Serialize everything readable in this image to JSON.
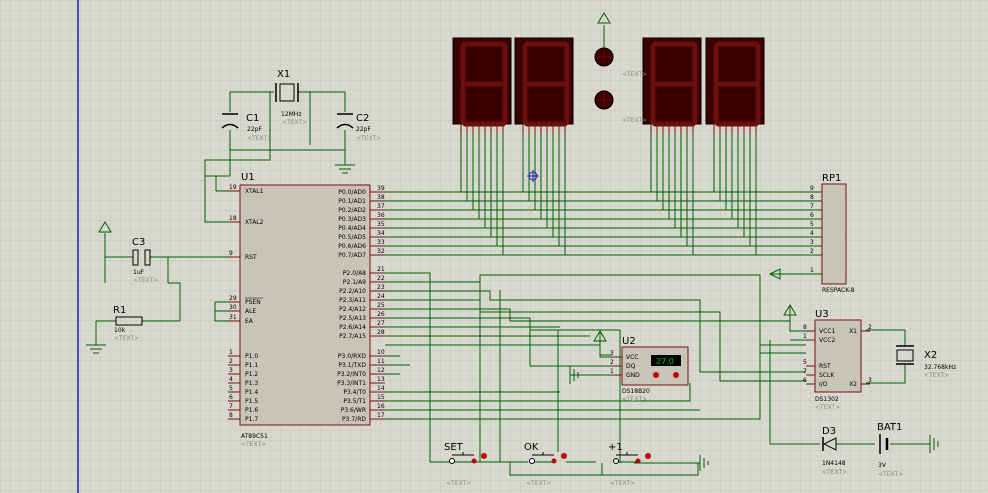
{
  "colors": {
    "background": "#d8d8cf",
    "grid": "#c4c4ba",
    "wire": "#006000",
    "chip_fill": "#c8c4b8",
    "chip_stroke": "#7a1010",
    "pin": "#7a1010",
    "text": "#000000",
    "label": "#000000",
    "muted": "#8a8a80",
    "seg_bg": "#3a0000",
    "seg_on": "#5a0a0a",
    "accent_blue": "#2020c0",
    "lcd_green": "#00c000"
  },
  "components": {
    "u1": {
      "ref": "U1",
      "part": "AT89C51",
      "text_tag": "<TEXT>",
      "pins_left": [
        {
          "num": "19",
          "name": "XTAL1"
        },
        {
          "num": "18",
          "name": "XTAL2"
        },
        {
          "num": "9",
          "name": "RST"
        },
        {
          "num": "29",
          "name": "PSEN"
        },
        {
          "num": "30",
          "name": "ALE"
        },
        {
          "num": "31",
          "name": "EA"
        },
        {
          "num": "1",
          "name": "P1.0"
        },
        {
          "num": "2",
          "name": "P1.1"
        },
        {
          "num": "3",
          "name": "P1.2"
        },
        {
          "num": "4",
          "name": "P1.3"
        },
        {
          "num": "5",
          "name": "P1.4"
        },
        {
          "num": "6",
          "name": "P1.5"
        },
        {
          "num": "7",
          "name": "P1.6"
        },
        {
          "num": "8",
          "name": "P1.7"
        }
      ],
      "pins_right": [
        {
          "num": "39",
          "name": "P0.0/AD0"
        },
        {
          "num": "38",
          "name": "P0.1/AD1"
        },
        {
          "num": "37",
          "name": "P0.2/AD2"
        },
        {
          "num": "36",
          "name": "P0.3/AD3"
        },
        {
          "num": "35",
          "name": "P0.4/AD4"
        },
        {
          "num": "34",
          "name": "P0.5/AD5"
        },
        {
          "num": "33",
          "name": "P0.6/AD6"
        },
        {
          "num": "32",
          "name": "P0.7/AD7"
        },
        {
          "num": "21",
          "name": "P2.0/A8"
        },
        {
          "num": "22",
          "name": "P2.1/A9"
        },
        {
          "num": "23",
          "name": "P2.2/A10"
        },
        {
          "num": "24",
          "name": "P2.3/A11"
        },
        {
          "num": "25",
          "name": "P2.4/A12"
        },
        {
          "num": "26",
          "name": "P2.5/A13"
        },
        {
          "num": "27",
          "name": "P2.6/A14"
        },
        {
          "num": "28",
          "name": "P2.7/A15"
        },
        {
          "num": "10",
          "name": "P3.0/RXD"
        },
        {
          "num": "11",
          "name": "P3.1/TXD"
        },
        {
          "num": "12",
          "name": "P3.2/INT0"
        },
        {
          "num": "13",
          "name": "P3.3/INT1"
        },
        {
          "num": "14",
          "name": "P3.4/T0"
        },
        {
          "num": "15",
          "name": "P3.5/T1"
        },
        {
          "num": "16",
          "name": "P3.6/WR"
        },
        {
          "num": "17",
          "name": "P3.7/RD"
        }
      ]
    },
    "x1": {
      "ref": "X1",
      "value": "12MHz",
      "text_tag": "<TEXT>"
    },
    "c1": {
      "ref": "C1",
      "value": "22pF",
      "text_tag": "<TEXT>"
    },
    "c2": {
      "ref": "C2",
      "value": "22pF",
      "text_tag": "<TEXT>"
    },
    "c3": {
      "ref": "C3",
      "value": "1uF",
      "text_tag": "<TEXT>"
    },
    "r1": {
      "ref": "R1",
      "value": "10k",
      "text_tag": "<TEXT>"
    },
    "rp1": {
      "ref": "RP1",
      "part": "RESPACK-8",
      "pins": [
        "9",
        "8",
        "7",
        "6",
        "5",
        "4",
        "3",
        "2",
        "1"
      ]
    },
    "u2": {
      "ref": "U2",
      "part": "DS18B20",
      "temp": "27.0",
      "pins": [
        {
          "num": "3",
          "name": "VCC"
        },
        {
          "num": "2",
          "name": "DQ"
        },
        {
          "num": "1",
          "name": "GND"
        }
      ],
      "text_tag": "<TEXT>"
    },
    "u3": {
      "ref": "U3",
      "part": "DS1302",
      "text_tag": "<TEXT>",
      "pins_left": [
        {
          "num": "8",
          "name": "VCC1"
        },
        {
          "num": "1",
          "name": "VCC2"
        },
        {
          "num": "5",
          "name": "RST"
        },
        {
          "num": "7",
          "name": "SCLK"
        },
        {
          "num": "6",
          "name": "I/O"
        }
      ],
      "pins_right": [
        {
          "num": "2",
          "name": "X1"
        },
        {
          "num": "3",
          "name": "X2"
        }
      ]
    },
    "x2": {
      "ref": "X2",
      "value": "32.768kHz",
      "text_tag": "<TEXT>"
    },
    "d3": {
      "ref": "D3",
      "part": "1N4148",
      "text_tag": "<TEXT>"
    },
    "bat1": {
      "ref": "BAT1",
      "value": "3V",
      "text_tag": "<TEXT>"
    },
    "buttons": [
      {
        "label": "SET",
        "text_tag": "<TEXT>"
      },
      {
        "label": "OK",
        "text_tag": "<TEXT>"
      },
      {
        "label": "+1",
        "text_tag": "<TEXT>"
      }
    ],
    "display_text_tags": [
      "<TEXT>",
      "<TEXT>"
    ]
  }
}
